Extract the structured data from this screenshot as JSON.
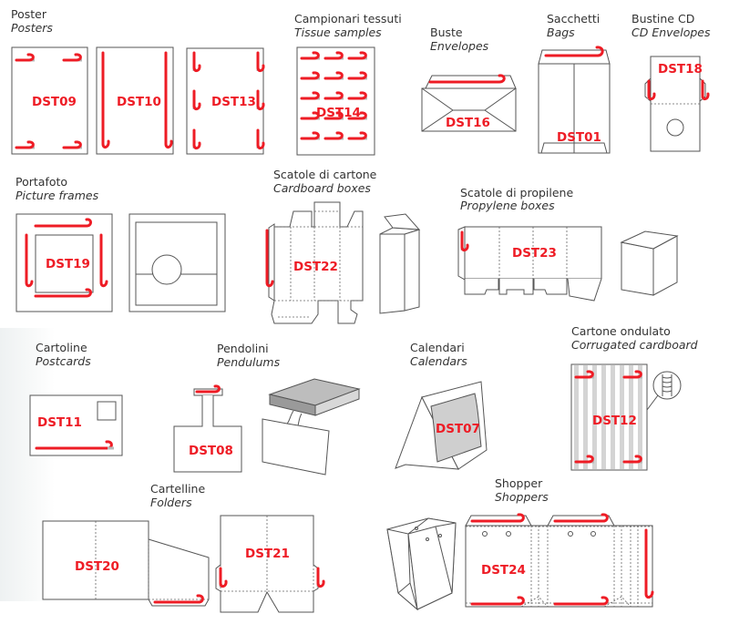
{
  "sections": {
    "poster": {
      "it": "Poster",
      "en": "Posters",
      "codes": [
        "DST09",
        "DST10",
        "DST13"
      ]
    },
    "tissue": {
      "it": "Campionari tessuti",
      "en": "Tissue samples",
      "codes": [
        "DST14"
      ]
    },
    "envelopes": {
      "it": "Buste",
      "en": "Envelopes",
      "codes": [
        "DST16"
      ]
    },
    "bags": {
      "it": "Sacchetti",
      "en": "Bags",
      "codes": [
        "DST01"
      ]
    },
    "cd": {
      "it": "Bustine CD",
      "en": "CD Envelopes",
      "codes": [
        "DST18"
      ]
    },
    "frames": {
      "it": "Portafoto",
      "en": "Picture frames",
      "codes": [
        "DST19"
      ]
    },
    "cardboard": {
      "it": "Scatole di cartone",
      "en": "Cardboard boxes",
      "codes": [
        "DST22"
      ]
    },
    "propylene": {
      "it": "Scatole di propilene",
      "en": "Propylene boxes",
      "codes": [
        "DST23"
      ]
    },
    "postcards": {
      "it": "Cartoline",
      "en": "Postcards",
      "codes": [
        "DST11"
      ]
    },
    "pendulums": {
      "it": "Pendolini",
      "en": "Pendulums",
      "codes": [
        "DST08"
      ]
    },
    "calendars": {
      "it": "Calendari",
      "en": "Calendars",
      "codes": [
        "DST07"
      ]
    },
    "corrugated": {
      "it": "Cartone ondulato",
      "en": "Corrugated cardboard",
      "codes": [
        "DST12"
      ]
    },
    "folders": {
      "it": "Cartelline",
      "en": "Folders",
      "codes": [
        "DST20",
        "DST21"
      ]
    },
    "shoppers": {
      "it": "Shopper",
      "en": "Shoppers",
      "codes": [
        "DST24"
      ]
    }
  },
  "colors": {
    "accent_red": "#ee1c25",
    "line": "#555555",
    "grey_fill": "#d4d4d4"
  }
}
